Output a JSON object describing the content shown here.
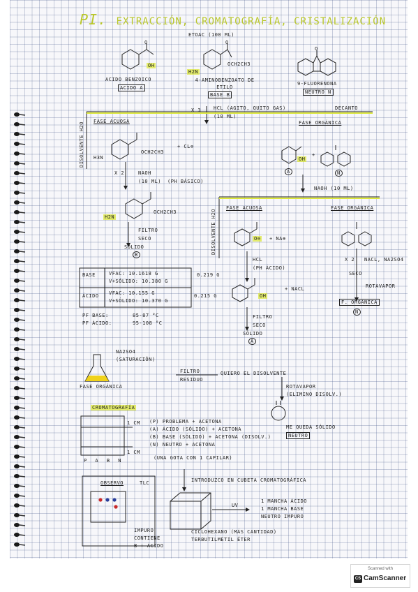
{
  "title": {
    "number": "PI.",
    "text": "EXTRACCIÓN, CROMATOGRAFÍA, CRISTALIZACIÓN"
  },
  "top": {
    "solvent": "ETOAC (100 ML)",
    "compound_a": {
      "name": "ACIDO BENZOICO",
      "label": "ACIDO A",
      "group": "OH",
      "atom": "O"
    },
    "compound_b": {
      "name": "4-AMINOBENZOATO DE ETILO",
      "label": "BASE B",
      "group": "H2N",
      "subst": "OCH2CH3",
      "atom": "O"
    },
    "compound_n": {
      "name": "9-FLUORENONA",
      "label": "NEUTRO N",
      "atom": "O"
    }
  },
  "step1": {
    "mult": "X 3",
    "reagent": "HCl (AGITO, QUITO GAS)",
    "volume": "(10 ML)",
    "decant": "DECANTO"
  },
  "aqueous1": {
    "label": "FASE ACUOSA",
    "side": "DISOLVENTE H2O",
    "nh3": "H3N",
    "subst": "OCH2CH3",
    "charge": "+ Cl⊖",
    "mult": "X 2",
    "naoh": "NaOH",
    "naoh_vol": "(10 ML)",
    "ph": "(PH BÁSICO)",
    "product_group": "H2N",
    "product_subst": "OCH2CH3",
    "filter": "FILTRO",
    "dry": "SECO",
    "solid": "SÓLIDO",
    "mark": "B"
  },
  "organic1": {
    "label": "FASE ORGÁNICA",
    "mark_a": "A",
    "mark_n": "N",
    "group": "OH",
    "plus": "+"
  },
  "step2": {
    "reagent": "NaOH (10 ML)"
  },
  "aqueous2": {
    "label": "FASE ACUOSA",
    "side": "DISOLVENTE H2O",
    "anion": "O⊖",
    "cation": "+ Na⊕"
  },
  "organic2": {
    "label": "FASE ORGÁNICA",
    "mult": "X 2",
    "reagent": "NaCl, Na2SO4",
    "dry": "SECO",
    "evap": "ROTAVAPOR",
    "final": "F. ORGÁNICA",
    "mark": "N"
  },
  "acidify": {
    "reagent": "HCl",
    "ph": "(PH ÁCIDO)",
    "group": "OH",
    "plus": "+ NaCl",
    "filter": "FILTRO",
    "dry": "SECO",
    "solid": "SÓLIDO",
    "mark": "A"
  },
  "weights": [
    {
      "label": "BASE",
      "lines": [
        "VFAC: 10.1618 G",
        "V+SÓLIDO: 10.380 G"
      ],
      "result": "0.219 G"
    },
    {
      "label": "ÁCIDO",
      "lines": [
        "VFAC: 10.155 G",
        "V+SÓLIDO: 10.370 G"
      ],
      "result": "0.215 G"
    }
  ],
  "pf": [
    {
      "label": "PF BASE:",
      "value": "85-87 °C"
    },
    {
      "label": "PF ÁCIDO:",
      "value": "95-108 °C"
    }
  ],
  "drying": {
    "reagent": "Na2SO4",
    "note": "(SATURACIÓN)",
    "phase": "FASE ORGÁNICA",
    "filter": "FILTRO",
    "discard": "RESIDUO",
    "result": "QUIERO EL DISOLVENTE",
    "rotavap": "ROTAVAPOR",
    "rotavap_note": "(ELIMINO DISOLV.)",
    "residue": "ME QUEDA SÓLIDO",
    "residue_box": "NEUTRO"
  },
  "chromatography": {
    "heading": "CROMATOGRAFÍA",
    "scale_top": "1 CM",
    "scale_bottom": "1 CM",
    "lanes": "P A B N",
    "samples": [
      "(P) PROBLEMA + ACETONA",
      "(A) ÁCIDO (SÓLIDO) + ACETONA",
      "(B) BASE (SÓLIDO) + ACETONA (DISOLV.)",
      "(N) NEUTRO + ACETONA"
    ],
    "note": "(UNA GOTA CON 1 CAPILAR)",
    "plate_label": "OBSERVO",
    "plate_label2": "TLC",
    "insert": "INTRODUZCO EN CUBETA CROMATOGRÁFICA",
    "uv": "UV",
    "stains": [
      "1 MANCHA ÁCIDO",
      "1 MANCHA BASE",
      "NEUTRO IMPURO"
    ],
    "eluent": "CICLOHEXANO (MÁS CANTIDAD)",
    "eluent2": "TERBUTILMETIL ÉTER",
    "below_plate": "IMPURO",
    "below_plate2": "CONTIENE",
    "below_plate3": "B + ÁCIDO"
  },
  "scanner": {
    "top": "Scanned with",
    "badge": "CS",
    "name": "CamScanner"
  },
  "colors": {
    "highlight": "#dde83c",
    "ink": "#1c1c1c",
    "grid": "#8a9ac0",
    "flask_fill": "#f0d21a"
  }
}
